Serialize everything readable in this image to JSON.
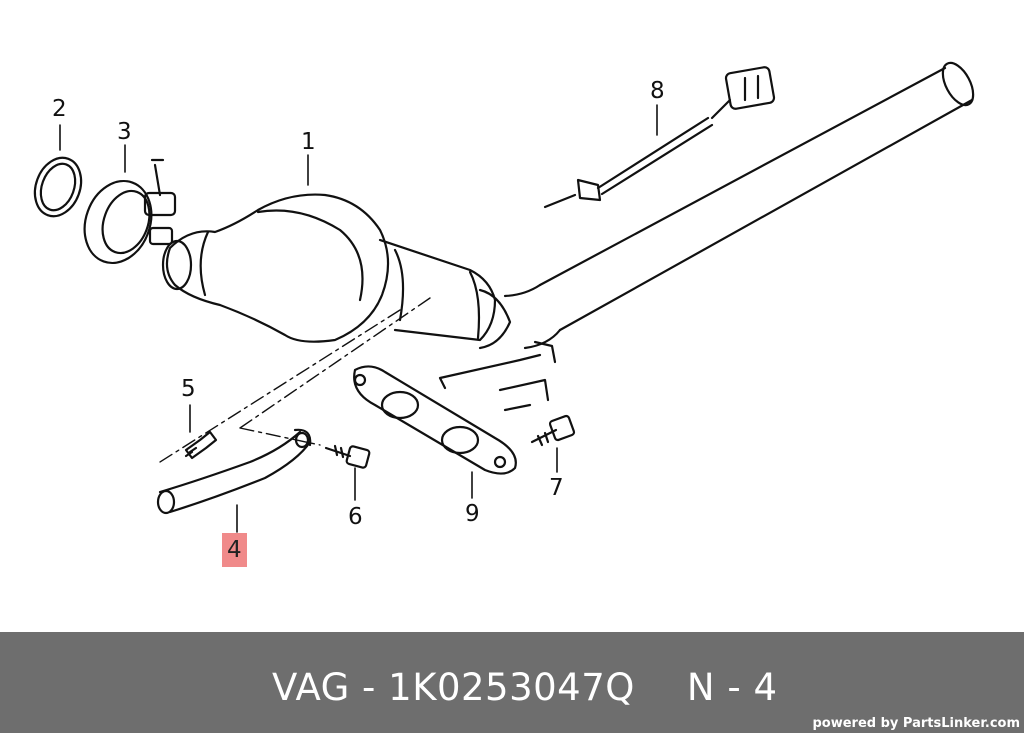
{
  "diagram": {
    "callouts": [
      {
        "id": "1",
        "label": "1"
      },
      {
        "id": "2",
        "label": "2"
      },
      {
        "id": "3",
        "label": "3"
      },
      {
        "id": "4",
        "label": "4",
        "highlighted": true
      },
      {
        "id": "5",
        "label": "5"
      },
      {
        "id": "6",
        "label": "6"
      },
      {
        "id": "7",
        "label": "7"
      },
      {
        "id": "8",
        "label": "8"
      },
      {
        "id": "9",
        "label": "9"
      }
    ],
    "highlight_color": "#f08a8a",
    "line_color": "#111111"
  },
  "footer": {
    "brand": "VAG",
    "separator": " - ",
    "part_number": "1K0253047Q",
    "position_prefix": "N - ",
    "position": "4",
    "powered_by": "powered by PartsLinker.com",
    "background_color": "#6e6e6e"
  }
}
